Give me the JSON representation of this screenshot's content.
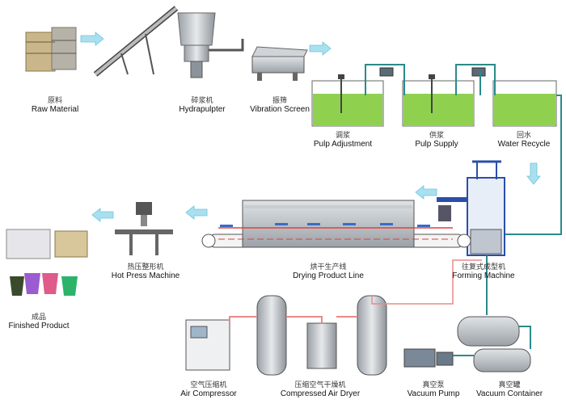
{
  "stations": {
    "raw_material": {
      "cn": "原料",
      "en": "Raw Material"
    },
    "hydrapulpter": {
      "cn": "碎浆机",
      "en": "Hydrapulpter"
    },
    "vibration_screen": {
      "cn": "振筛",
      "en": "Vibration Screen"
    },
    "pulp_adjustment": {
      "cn": "调浆",
      "en": "Pulp Adjustment"
    },
    "pulp_supply": {
      "cn": "供浆",
      "en": "Pulp Supply"
    },
    "water_recycle": {
      "cn": "回水",
      "en": "Water Recycle"
    },
    "forming_machine": {
      "cn": "往复式成型机",
      "en": "Forming Machine"
    },
    "drying_line": {
      "cn": "烘干生产线",
      "en": "Drying Product Line"
    },
    "hot_press": {
      "cn": "热压整形机",
      "en": "Hot Press Machine"
    },
    "finished_product": {
      "cn": "成品",
      "en": "Finished Product"
    },
    "air_compressor": {
      "cn": "空气压缩机",
      "en": "Air Compressor"
    },
    "air_dryer": {
      "cn": "压缩空气干燥机",
      "en": "Compressed Air Dryer"
    },
    "vacuum_pump": {
      "cn": "真空泵",
      "en": "Vacuum Pump"
    },
    "vacuum_container": {
      "cn": "真空罐",
      "en": "Vacuum Container"
    }
  },
  "colors": {
    "arrow": "#7fd0e6",
    "pipe": "#2a8a8a",
    "water": "#8fd14f",
    "air_pipe": "#e88a8a",
    "metal": "#b9bec4"
  }
}
